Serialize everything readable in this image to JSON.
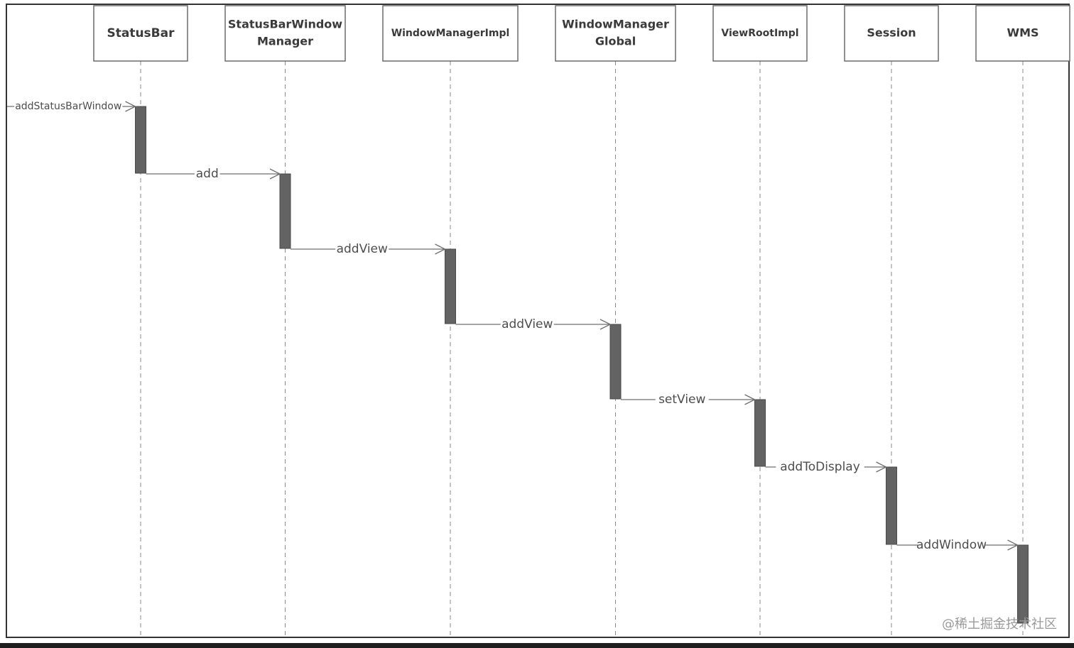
{
  "participants": [
    {
      "id": "statusbar",
      "label": "StatusBar",
      "lines": [
        "StatusBar"
      ]
    },
    {
      "id": "statusbarwindowmanager",
      "label": "StatusBarWindow Manager",
      "lines": [
        "StatusBarWindow",
        "Manager"
      ]
    },
    {
      "id": "windowmanagerimpl",
      "label": "WindowManagerImpl",
      "lines": [
        "WindowManagerImpl"
      ]
    },
    {
      "id": "windowmanagerglobal",
      "label": "WindowManager Global",
      "lines": [
        "WindowManager",
        "Global"
      ]
    },
    {
      "id": "viewrootimpl",
      "label": "ViewRootImpl",
      "lines": [
        "ViewRootImpl"
      ]
    },
    {
      "id": "session",
      "label": "Session",
      "lines": [
        "Session"
      ]
    },
    {
      "id": "wms",
      "label": "WMS",
      "lines": [
        "WMS"
      ]
    }
  ],
  "messages": [
    {
      "id": "addStatusBarWindow",
      "label": "addStatusBarWindow",
      "from": null,
      "to": "statusbar"
    },
    {
      "id": "add",
      "label": "add",
      "from": "statusbar",
      "to": "statusbarwindowmanager"
    },
    {
      "id": "addView-1",
      "label": "addView",
      "from": "statusbarwindowmanager",
      "to": "windowmanagerimpl"
    },
    {
      "id": "addView-2",
      "label": "addView",
      "from": "windowmanagerimpl",
      "to": "windowmanagerglobal"
    },
    {
      "id": "setView",
      "label": "setView",
      "from": "windowmanagerglobal",
      "to": "viewrootimpl"
    },
    {
      "id": "addToDisplay",
      "label": "addToDisplay",
      "from": "viewrootimpl",
      "to": "session"
    },
    {
      "id": "addWindow",
      "label": "addWindow",
      "from": "session",
      "to": "wms"
    }
  ],
  "watermark": "@稀土掘金技术社区"
}
